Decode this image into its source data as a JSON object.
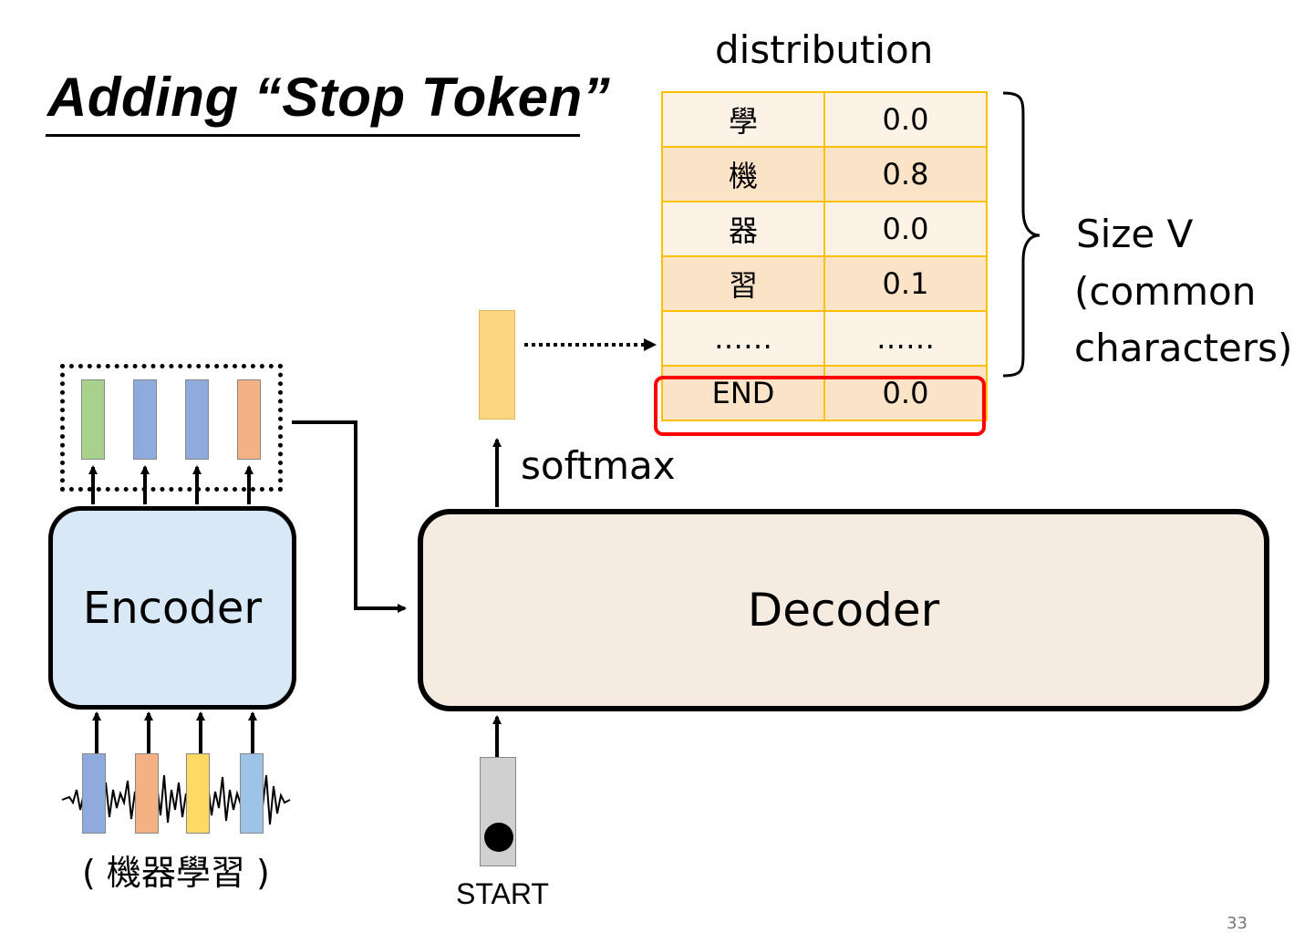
{
  "slide": {
    "title": "Adding “Stop Token”",
    "page_number": "33"
  },
  "distribution": {
    "label": "distribution",
    "rows": [
      {
        "token": "學",
        "prob": "0.0"
      },
      {
        "token": "機",
        "prob": "0.8"
      },
      {
        "token": "器",
        "prob": "0.0"
      },
      {
        "token": "習",
        "prob": "0.1"
      },
      {
        "token": "……",
        "prob": "……"
      },
      {
        "token": "END",
        "prob": "0.0"
      }
    ],
    "size_note": {
      "line1": "Size V",
      "line2": "(common",
      "line3": "characters)"
    }
  },
  "labels": {
    "softmax": "softmax",
    "encoder": "Encoder",
    "decoder": "Decoder",
    "start": "START",
    "input_text": "( 機器學習 )"
  },
  "colors": {
    "table_border": "#FFC000",
    "highlight": "#FF0000",
    "encoder_fill": "#D9E8F7",
    "decoder_fill": "#F6EBE1",
    "vector_green": "#A9D18E",
    "vector_blue": "#8FAADC",
    "vector_orange": "#F4B183",
    "vector_yellow": "#FFD966",
    "vector_lightblue": "#9DC3E6",
    "start_gray": "#D0D0D0"
  }
}
